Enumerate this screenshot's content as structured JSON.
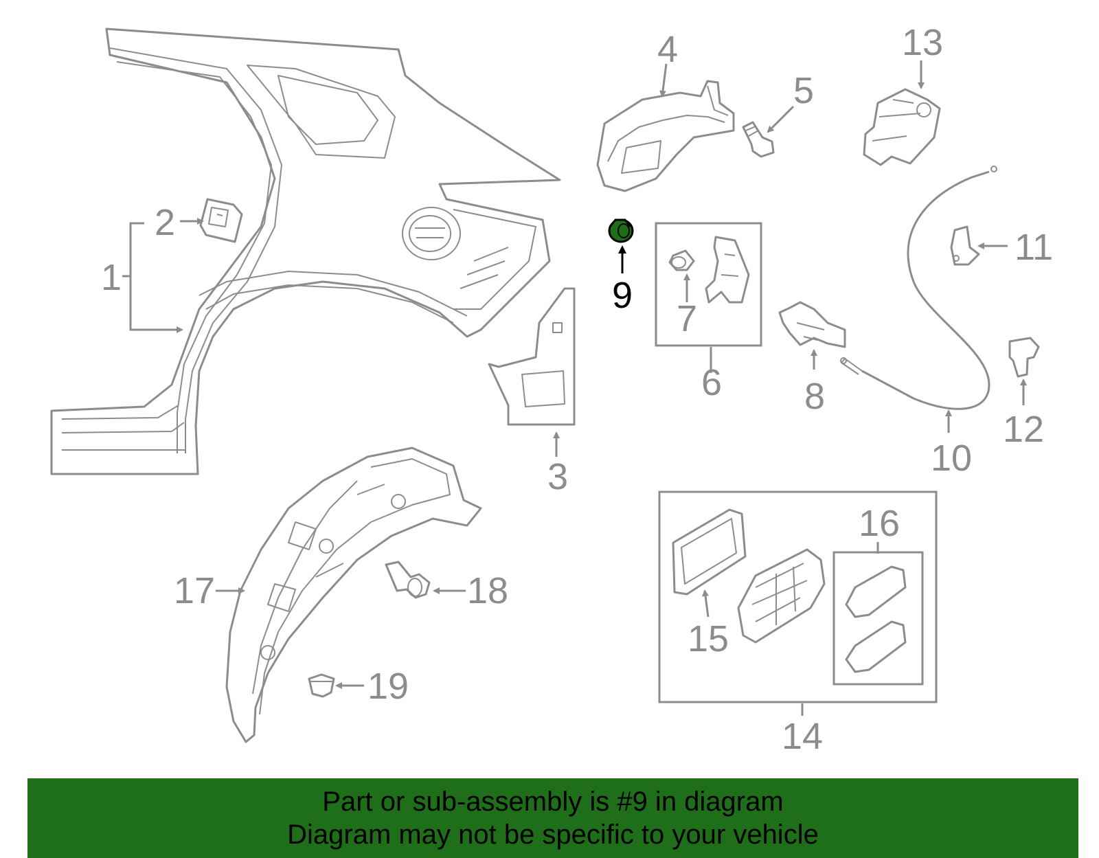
{
  "diagram": {
    "highlight_color": "#1f6e1a",
    "line_color": "#8c8c8c",
    "highlighted_part": "9",
    "callouts": [
      "1",
      "2",
      "3",
      "4",
      "5",
      "6",
      "7",
      "8",
      "9",
      "10",
      "11",
      "12",
      "13",
      "14",
      "15",
      "16",
      "17",
      "18",
      "19"
    ]
  },
  "banner": {
    "line1": "Part or sub-assembly is #9 in diagram",
    "line2": "Diagram may not be specific to your vehicle",
    "background": "#1f6e1a"
  }
}
